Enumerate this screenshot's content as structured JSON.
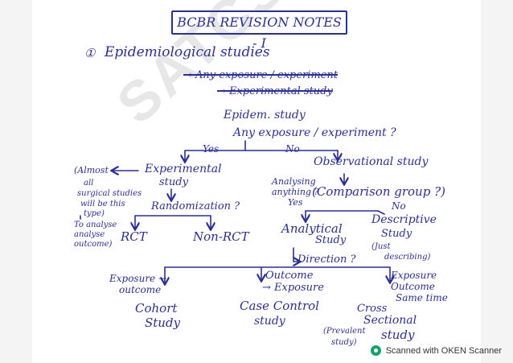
{
  "watermark": "SATCS Physics",
  "title": "BCBR REVISION NOTES - I",
  "heading": {
    "number": "①",
    "text": "Epidemiological studies"
  },
  "struck_lines": [
    "→ Any exposure / experiment",
    "→ Experimental study"
  ],
  "center": {
    "line1": "Epidem. study",
    "line2": "Any exposure / experiment ?",
    "yes": "Yes",
    "no": "No"
  },
  "left": {
    "experimental": "Experimental",
    "study": "study",
    "randomization": "Randomization ?",
    "rct": "RCT",
    "non_rct": "Non-RCT",
    "note_lines": [
      "(Almost",
      "all",
      "surgical studies",
      "will be this",
      "type)"
    ],
    "note2_lines": [
      "To analyse",
      "analyse",
      "outcome)"
    ]
  },
  "right": {
    "observational": "Observational study",
    "analysing_lines": [
      "Analysing",
      "anything ?",
      "Yes"
    ],
    "comparison": "(Comparison group ?)",
    "no": "No",
    "analytical_lines": [
      "Analytical",
      "Study"
    ],
    "descriptive_lines": [
      "Descriptive",
      "Study",
      "(Just",
      "describing)"
    ],
    "direction": "Direction ?"
  },
  "bottom": {
    "exp_outcome_lines": [
      "Exposure →",
      "outcome"
    ],
    "cohort_lines": [
      "Cohort",
      "Study"
    ],
    "outcome_exposure_lines": [
      "Outcome",
      "→ Exposure"
    ],
    "case_control_lines": [
      "Case Control",
      "study"
    ],
    "same_time_lines": [
      "Exposure",
      "Outcome",
      "Same time"
    ],
    "cross_sectional_lines": [
      "Cross",
      "Sectional",
      "study"
    ],
    "prevalent_lines": [
      "(Prevalent",
      "study)"
    ]
  },
  "badge": {
    "text": "Scanned with OKEN Scanner"
  },
  "colors": {
    "ink": "#2a2f9a",
    "paper": "#ffffff",
    "badge_icon": "#0fa36b"
  }
}
